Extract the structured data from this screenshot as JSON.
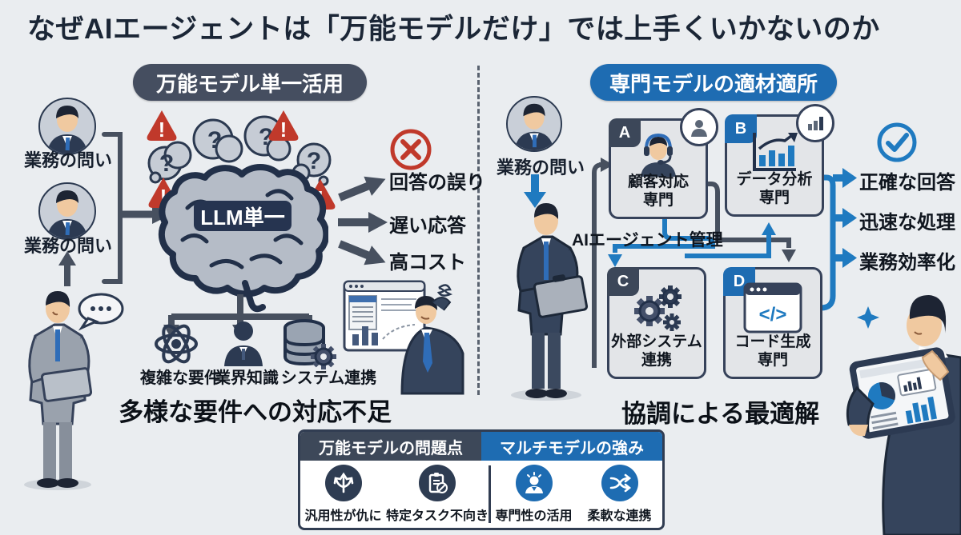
{
  "title": "なぜAIエージェントは「万能モデルだけ」では上手くいかないのか",
  "left": {
    "badge": "万能モデル単一活用",
    "input1": "業務の問い",
    "input2": "業務の問い",
    "model": "LLM単一",
    "question_mark": "?",
    "warning_mark": "!",
    "outputs": [
      "回答の誤り",
      "遅い応答",
      "高コスト"
    ],
    "requirements": [
      "複雑な要件",
      "業界知識",
      "システム連携"
    ],
    "summary": "多様な要件への対応不足"
  },
  "right": {
    "badge": "専門モデルの適材適所",
    "input": "業務の問い",
    "manager": "AIエージェント管理",
    "agents": [
      {
        "key": "A",
        "line1": "顧客対応",
        "line2": "専門"
      },
      {
        "key": "B",
        "line1": "データ分析",
        "line2": "専門"
      },
      {
        "key": "C",
        "line1": "外部システム",
        "line2": "連携"
      },
      {
        "key": "D",
        "line1": "コード生成",
        "line2": "専門"
      }
    ],
    "code_glyph": "</>",
    "outputs": [
      "正確な回答",
      "迅速な処理",
      "業務効率化"
    ],
    "summary": "協調による最適解"
  },
  "footer": {
    "problem_header": "万能モデルの問題点",
    "strength_header": "マルチモデルの強み",
    "items": [
      {
        "label": "汎用性が仇に",
        "icon": "diverging-arrows-icon",
        "tone": "dark"
      },
      {
        "label": "特定タスク不向き",
        "icon": "clipboard-block-icon",
        "tone": "dark"
      },
      {
        "label": "専門性の活用",
        "icon": "person-idea-icon",
        "tone": "blue"
      },
      {
        "label": "柔軟な連携",
        "icon": "shuffle-arrows-icon",
        "tone": "blue"
      }
    ]
  },
  "colors": {
    "background": "#eaedf0",
    "navy": "#2c3a52",
    "blue": "#1e6cb2",
    "red": "#c0392b",
    "arrow_gray": "#47505f"
  }
}
